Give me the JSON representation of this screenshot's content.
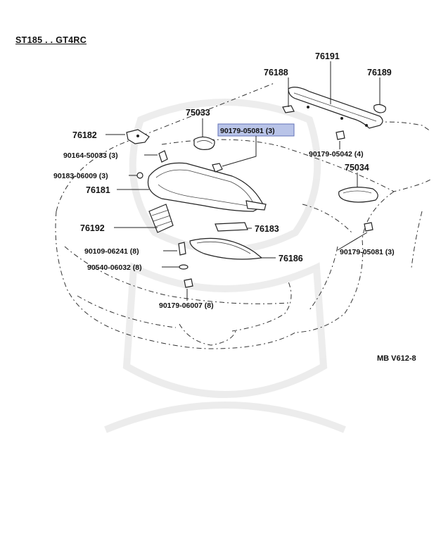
{
  "header": {
    "model": "ST185 . . GT4RC"
  },
  "diagram_ref": "MB V612-8",
  "highlight_color": "#b9c4e8",
  "parts": {
    "p76191": "76191",
    "p76188": "76188",
    "p76189": "76189",
    "p75033": "75033",
    "p90179_05081_hl": "90179-05081 (3)",
    "p76182": "76182",
    "p90164_50033": "90164-50033 (3)",
    "p90179_05042": "90179-05042 (4)",
    "p75034": "75034",
    "p90183_06009": "90183-06009 (3)",
    "p76181": "76181",
    "p76192": "76192",
    "p76183": "76183",
    "p90109_06241": "90109-06241 (8)",
    "p76186": "76186",
    "p90179_05081_r": "90179-05081 (3)",
    "p90540_06032": "90540-06032 (8)",
    "p90179_06007": "90179-06007 (8)"
  }
}
